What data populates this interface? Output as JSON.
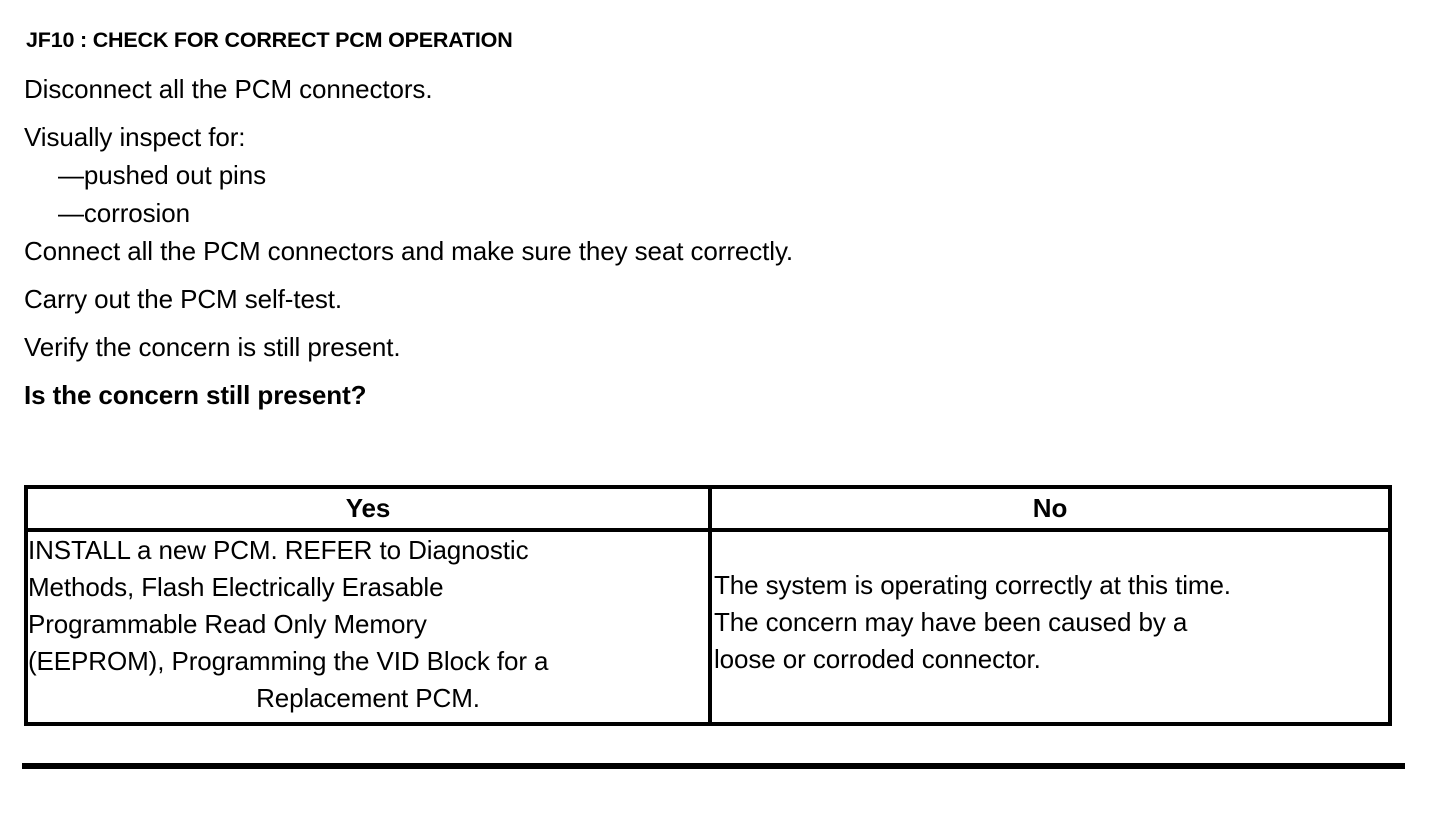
{
  "document": {
    "step_heading": "JF10 : CHECK FOR CORRECT PCM OPERATION",
    "instructions": [
      {
        "text": "Disconnect all the PCM connectors.",
        "style": "normal",
        "indent": false,
        "tight": false
      },
      {
        "text": "Visually inspect for:",
        "style": "normal",
        "indent": false,
        "tight": true
      },
      {
        "text": "—pushed out pins",
        "style": "normal",
        "indent": true,
        "tight": true
      },
      {
        "text": "—corrosion",
        "style": "normal",
        "indent": true,
        "tight": false
      },
      {
        "text": "Connect all the PCM connectors and make sure they seat correctly.",
        "style": "normal",
        "indent": false,
        "tight": false
      },
      {
        "text": "Carry out the PCM self-test.",
        "style": "normal",
        "indent": false,
        "tight": false
      },
      {
        "text": "Verify the concern is still present.",
        "style": "normal",
        "indent": false,
        "tight": false
      },
      {
        "text": "Is the concern still present?",
        "style": "bold",
        "indent": false,
        "tight": false
      }
    ],
    "decision_table": {
      "headers": {
        "yes": "Yes",
        "no": "No"
      },
      "yes_cell": {
        "lines": [
          {
            "text": "INSTALL a new PCM. REFER to Diagnostic",
            "align": "left"
          },
          {
            "text": "Methods, Flash Electrically Erasable",
            "align": "left"
          },
          {
            "text": "Programmable Read Only Memory",
            "align": "left"
          },
          {
            "text": "(EEPROM), Programming the VID Block for a",
            "align": "left"
          },
          {
            "text": "Replacement PCM.",
            "align": "center"
          }
        ]
      },
      "no_cell": {
        "lines": [
          {
            "text": "The system is operating correctly at this time.",
            "align": "left"
          },
          {
            "text": "The concern may have been caused by a",
            "align": "left"
          },
          {
            "text": "loose or corroded connector.",
            "align": "left"
          }
        ]
      }
    },
    "colors": {
      "ink": "#000000",
      "paper": "#ffffff"
    }
  }
}
